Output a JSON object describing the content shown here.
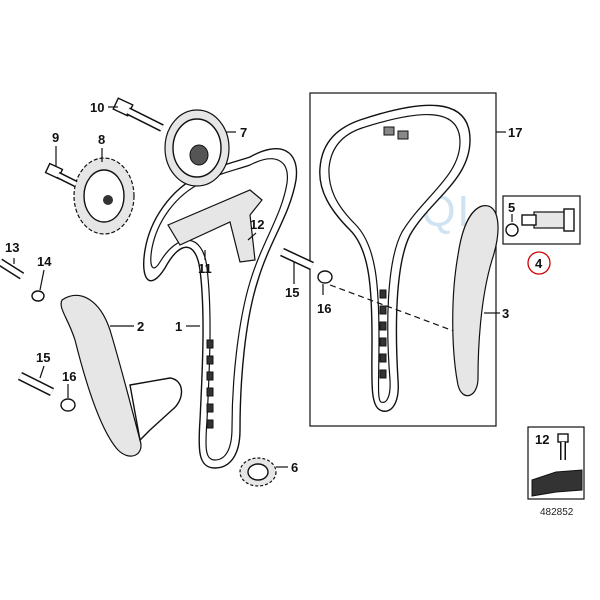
{
  "diagram": {
    "callouts": [
      {
        "id": "c10",
        "label": "10"
      },
      {
        "id": "c7",
        "label": "7"
      },
      {
        "id": "c9",
        "label": "9"
      },
      {
        "id": "c8",
        "label": "8"
      },
      {
        "id": "c12a",
        "label": "12"
      },
      {
        "id": "c11",
        "label": "11"
      },
      {
        "id": "c13",
        "label": "13"
      },
      {
        "id": "c14",
        "label": "14"
      },
      {
        "id": "c2",
        "label": "2"
      },
      {
        "id": "c1",
        "label": "1"
      },
      {
        "id": "c15a",
        "label": "15"
      },
      {
        "id": "c16a",
        "label": "16"
      },
      {
        "id": "c15b",
        "label": "15"
      },
      {
        "id": "c16b",
        "label": "16"
      },
      {
        "id": "c6",
        "label": "6"
      },
      {
        "id": "c17",
        "label": "17"
      },
      {
        "id": "c5",
        "label": "5"
      },
      {
        "id": "c4",
        "label": "4"
      },
      {
        "id": "c3",
        "label": "3"
      },
      {
        "id": "c12b",
        "label": "12"
      }
    ],
    "watermark": "SQL",
    "reference_number": "482852",
    "accent_color": "#cc0000",
    "watermark_color": "#cfe3f2"
  }
}
